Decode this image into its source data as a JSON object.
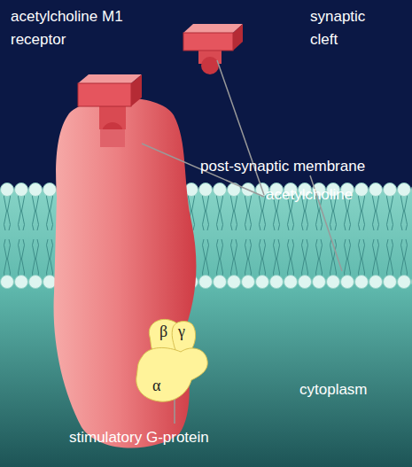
{
  "diagram": {
    "nodes": [
      {
        "text": [
          "β"
        ]
      },
      {
        "text": [
          "γ"
        ]
      },
      {
        "text": [
          "α"
        ]
      }
    ],
    "labels": [
      "acetylcholine M1 receptor",
      "synaptic cleft",
      "acetylcholine",
      "post-synaptic membrane",
      "cytoplasm",
      "stimulatory G-protein"
    ]
  }
}
